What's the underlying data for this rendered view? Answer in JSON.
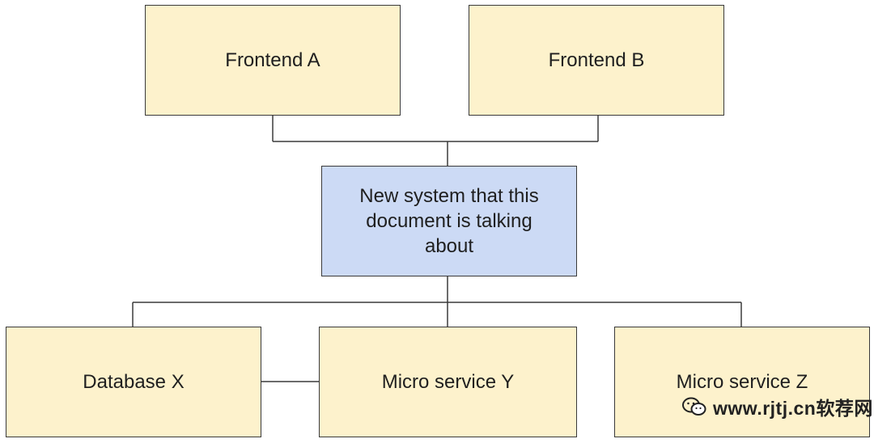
{
  "diagram": {
    "nodes": {
      "frontend_a": "Frontend A",
      "frontend_b": "Frontend B",
      "new_system": "New system that this document is talking about",
      "database_x": "Database X",
      "micro_service_y": "Micro service Y",
      "micro_service_z": "Micro service Z"
    },
    "colors": {
      "node_fill": "#fdf2cc",
      "center_fill": "#ccdaf5",
      "stroke": "#3a3a3a"
    }
  },
  "watermark": {
    "icon": "wechat-icon",
    "text": "www.rjtj.cn软荐网"
  }
}
